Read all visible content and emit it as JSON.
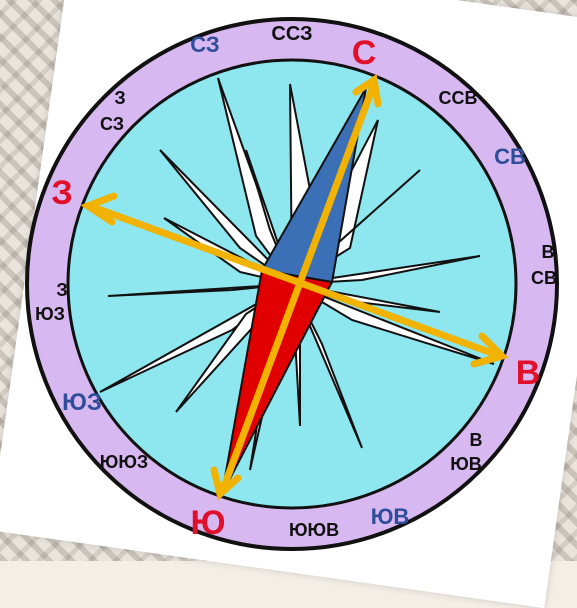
{
  "labels": {
    "n": "С",
    "nne": "ССЗ",
    "nw": "СЗ",
    "wnw_top": "З",
    "wnw_bottom": "СЗ",
    "w": "З",
    "wsw_top": "З",
    "wsw_bottom": "ЮЗ",
    "sw": "ЮЗ",
    "ssw": "ЮЮЗ",
    "s": "Ю",
    "sse": "ЮЮВ",
    "se": "ЮВ",
    "ese_top": "В",
    "ese_bottom": "ЮВ",
    "e": "В",
    "ene_top": "В",
    "ene_bottom": "СВ",
    "ne": "СВ",
    "nne_east": "ССВ"
  },
  "colors": {
    "ring": "#d8b8f0",
    "face": "#8ee6ee",
    "star": "#ffffff",
    "needle_north": "#3b6fb6",
    "needle_south": "#e00000",
    "arrows": "#f2b200",
    "cardinal_text": "#e0102a",
    "intercardinal_text": "#2e4e9a",
    "minor_text": "#111111"
  }
}
